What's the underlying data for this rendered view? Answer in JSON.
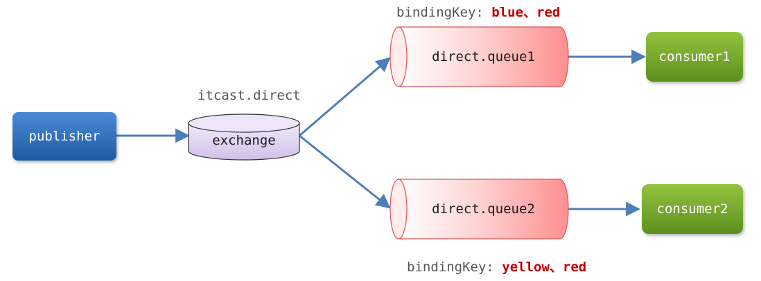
{
  "nodes": {
    "publisher": "publisher",
    "exchange": "exchange",
    "exchange_name": "itcast.direct",
    "queue1": "direct.queue1",
    "queue2": "direct.queue2",
    "consumer1": "consumer1",
    "consumer2": "consumer2"
  },
  "bindings": {
    "queue1": {
      "prefix": "bindingKey: ",
      "keys": "blue、red"
    },
    "queue2": {
      "prefix": "bindingKey: ",
      "keys": "yellow、red"
    }
  },
  "colors": {
    "publisher": "#2e6db5",
    "exchange": "#e3d6f2",
    "queue": "#ff9a9a",
    "consumer": "#76a82c",
    "arrow": "#4f7fb8",
    "binding_key": "#c00000"
  }
}
